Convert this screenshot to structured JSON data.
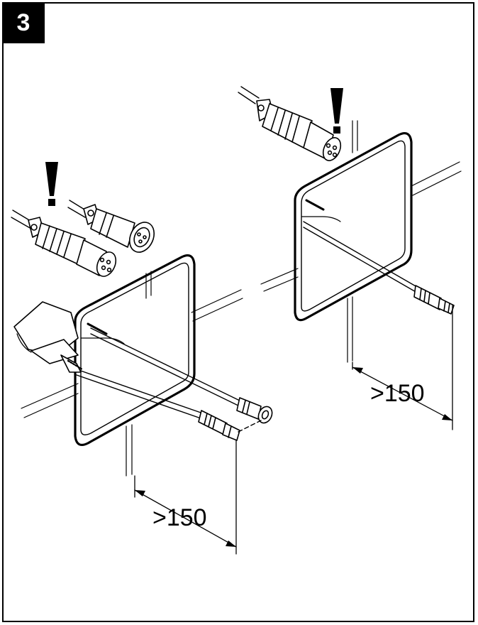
{
  "step": {
    "number": "3"
  },
  "dimensions": {
    "left_label": ">150",
    "right_label": ">150"
  },
  "colors": {
    "line": "#000000",
    "background": "#ffffff"
  },
  "icons": [
    "exclamation-icon",
    "connector-icon",
    "cable-icon",
    "cable-gland-icon"
  ]
}
